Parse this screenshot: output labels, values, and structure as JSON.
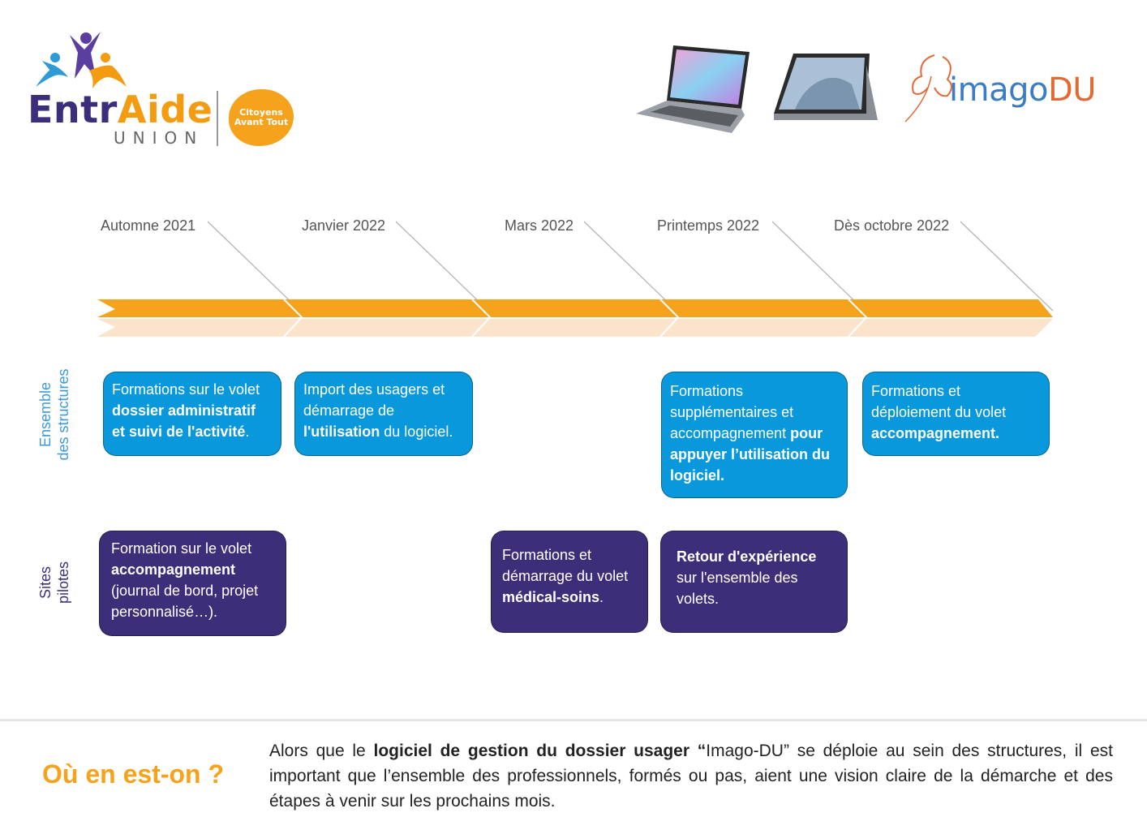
{
  "logo": {
    "name_part1": "Entr",
    "name_part2": "Aide",
    "sub": "UNION",
    "badge_line1": "Citoyens",
    "badge_line2": "Avant Tout"
  },
  "partner_logo": {
    "part1": "imago",
    "part2": "DU"
  },
  "icons": [
    "people-figures-icon",
    "laptop-icon",
    "tablet-icon",
    "butterfly-icon"
  ],
  "colors": {
    "orange": "#f5a21c",
    "light_orange": "#fbe3cc",
    "blue": "#0a98dc",
    "purple": "#3c2e78"
  },
  "timeline": {
    "dates": [
      "Automne 2021",
      "Janvier 2022",
      "Mars 2022",
      "Printemps 2022",
      "Dès octobre 2022"
    ]
  },
  "rows": {
    "structures_line1": "Ensemble",
    "structures_line2": "des structures",
    "pilots_line1": "Sites",
    "pilots_line2": "pilotes"
  },
  "cards": {
    "s1": [
      "Formations sur le volet ",
      "dossier administratif et suivi de l'activité",
      "."
    ],
    "s2": [
      "Import des usagers et démarrage de ",
      "l'utilisation",
      " du logiciel."
    ],
    "s3": [
      "Formations supplémentaires et accompagnement ",
      "pour appuyer l’utilisation du logiciel."
    ],
    "s4": [
      "Formations et déploiement du volet ",
      "accompagnement."
    ],
    "p1": [
      "Formation sur le volet ",
      "accompagnement",
      " (journal de bord, projet personnalisé…)."
    ],
    "p2": [
      "Formations et démarrage du volet ",
      "médical-soins",
      "."
    ],
    "p3": [
      "Retour d'expérience",
      " sur l'ensemble des volets."
    ]
  },
  "bottom": {
    "heading": "Où en est-on ?",
    "text_1": "Alors que le ",
    "text_bold": "logiciel de gestion du dossier usager “",
    "text_2": "Imago-DU” se déploie au sein des structures, il est important que l’ensemble des professionnels, formés ou pas, aient une vision claire de la démarche et des étapes à venir sur les prochains mois."
  }
}
